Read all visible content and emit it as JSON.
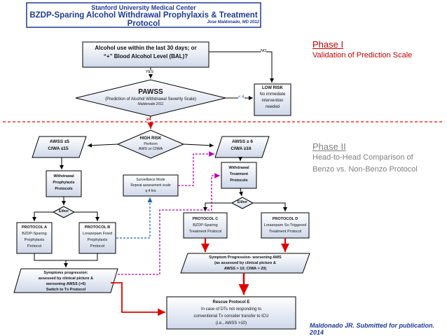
{
  "header": {
    "institution": "Stanford University Medical Center",
    "title": "BZDP-Sparing Alcohol Withdrawal Prophylaxis & Treatment Protocol",
    "author": "Jose Maldonado, MD 2012"
  },
  "phase1": {
    "label": "Phase I",
    "subtitle": "Validation of Prediction Scale"
  },
  "phase2": {
    "label": "Phase II",
    "subtitle_line1": "Head-to-Head Comparison of",
    "subtitle_line2": "Benzo vs. Non-Benzo Protocol"
  },
  "nodes": {
    "alcohol_use": {
      "line1": "Alcohol use within the last 30 days; or",
      "line2": "“+” Blood Alcohol Level (BAL)?"
    },
    "pawss": {
      "title": "PAWSS",
      "subtitle": "(Prediction of Alcohol Withdrawal Severity Scale)",
      "credit": "Maldonado 2011"
    },
    "low_risk": {
      "line1": "LOW RISK",
      "line2": "No immediate",
      "line3": "intervention",
      "line4": "needed"
    },
    "high_risk": {
      "line1": "HIGH RISK",
      "line2": "Perform",
      "line3": "AWS or CIWA"
    },
    "awss_low": {
      "line1": "AWSS ≤5",
      "line2": "CIWA ≤15"
    },
    "awss_high": {
      "line1": "AWSS ≥ 6",
      "line2": "CIWA ≥16"
    },
    "withdrawal_prophylaxis": {
      "line1": "Withdrawal",
      "line2": "Prophylaxis",
      "line3": "Protocols"
    },
    "withdrawal_treatment": {
      "line1": "Withdrawal",
      "line2": "Treatment",
      "line3": "Protocols"
    },
    "surveillance": {
      "line1": "Surveillance Mode",
      "line2": "Repeat assessment scale",
      "line3": "q 4 hrs"
    },
    "either_left": {
      "label": "Either"
    },
    "either_right": {
      "label": "Either"
    },
    "protocol_a": {
      "line1": "PROTOCOL A",
      "line2": "BZDP-Sparing",
      "line3": "Prophylaxis",
      "line4": "Protocol"
    },
    "protocol_b": {
      "line1": "PROTOCOL B",
      "line2": "Lorazepam Fixed",
      "line3": "Prophylaxis",
      "line4": "Protocol"
    },
    "protocol_c": {
      "line1": "PROTOCOL C",
      "line2": "BZDP-Sparing",
      "line3": "Treatment Protocol"
    },
    "protocol_d": {
      "line1": "PROTOCOL D",
      "line2": "Lorazepam Sx-Triggered",
      "line3": "Treatment Protocol"
    },
    "symptom_progression_left": {
      "line1": "Symptoms progression:",
      "line2": "assessed by clinical picture &",
      "line3": "worsening AWSS (>6)",
      "line4": "Switch to Tx Protocol"
    },
    "symptom_progression_right": {
      "line1": "Symptom Progression- worsening AWS",
      "line2": "(as assessed by clinical picture &",
      "line3": "AWSS > 10; CIWA > 20)"
    },
    "rescue": {
      "line1": "Rescue Protocol E",
      "line2": "In case of DTs not responding to",
      "line3": "conventional Tx consider transfer to ICU",
      "line4": "(i.e., AWSS >10)"
    }
  },
  "edges": {
    "no_label": "NO",
    "yes_label": "YES",
    "lt4_label": "< 4",
    "ge4_label": "≥4"
  },
  "footer": {
    "citation": "Maldonado JR. Submitted for publication. 2014"
  },
  "colors": {
    "header_blue": "#1f3a93",
    "phase_red": "#c00000",
    "phase_gray": "#7f7f7f",
    "node_fill": "#dce3f0",
    "divider_red": "#ff0000",
    "arrow_black": "#000000",
    "arrow_red": "#e00000",
    "arrow_blue": "#1f5fbf",
    "arrow_purple": "#b400b4"
  }
}
